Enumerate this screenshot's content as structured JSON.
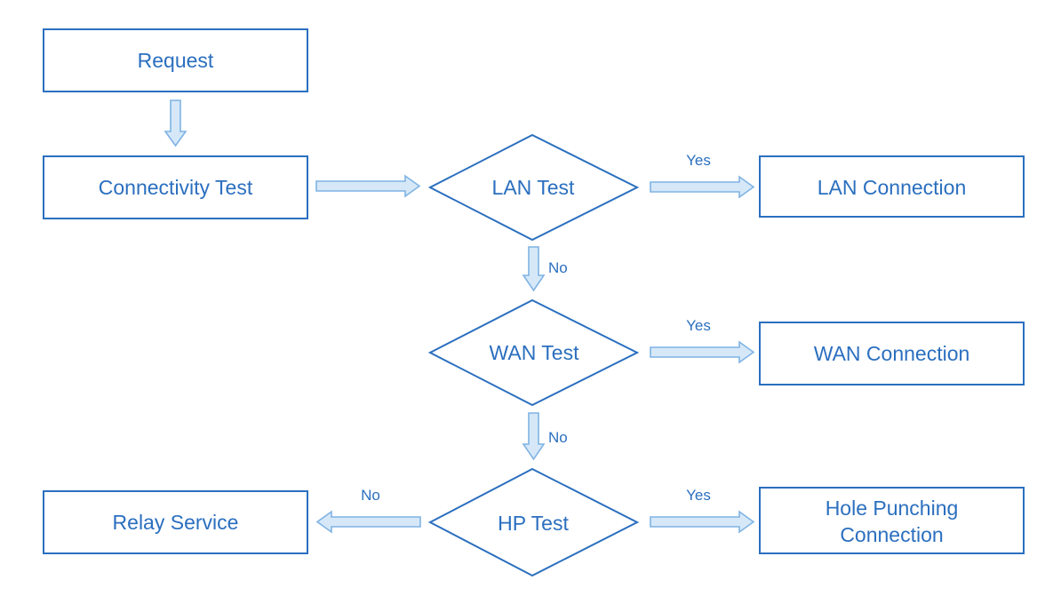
{
  "nodes": {
    "request": "Request",
    "connectivity_test": "Connectivity Test",
    "lan_test": "LAN Test",
    "lan_connection": "LAN Connection",
    "wan_test": "WAN Test",
    "wan_connection": "WAN Connection",
    "hp_test": "HP Test",
    "relay_service": "Relay Service",
    "hole_punching_line1": "Hole Punching",
    "hole_punching_line2": "Connection"
  },
  "edges": {
    "lan_yes": "Yes",
    "lan_no": "No",
    "wan_yes": "Yes",
    "wan_no": "No",
    "hp_yes": "Yes",
    "hp_no": "No"
  },
  "colors": {
    "stroke": "#2b6fbf",
    "text": "#2b6fbf",
    "arrow_fill": "#d6e8f8",
    "arrow_stroke": "#7fb3e3"
  }
}
